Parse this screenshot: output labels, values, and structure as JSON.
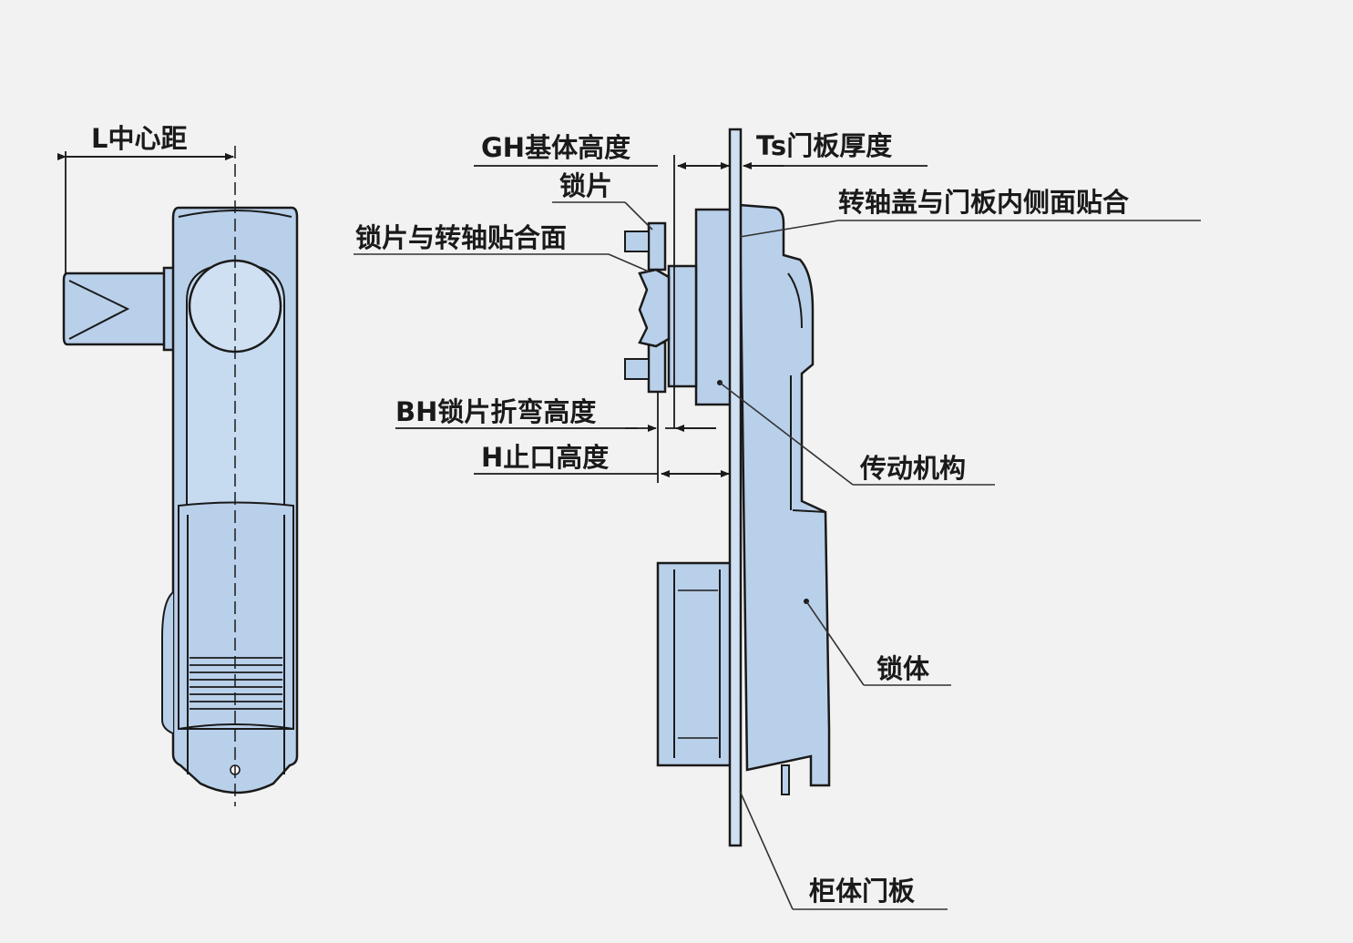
{
  "colors": {
    "background": "#f2f2f2",
    "part_fill": "#b9d0ea",
    "part_fill_light": "#cfe0f2",
    "outline": "#1a1a1a",
    "leader_line": "#333333"
  },
  "labels": {
    "center_distance": "L中心距",
    "base_height": "GH基体高度",
    "panel_thickness": "Ts门板厚度",
    "lock_plate": "锁片",
    "plate_shaft_contact": "锁片与转轴贴合面",
    "shaft_cover_contact": "转轴盖与门板内侧面贴合",
    "plate_bend_height": "BH锁片折弯高度",
    "stop_height": "H止口高度",
    "transmission": "传动机构",
    "lock_body": "锁体",
    "cabinet_door": "柜体门板"
  }
}
